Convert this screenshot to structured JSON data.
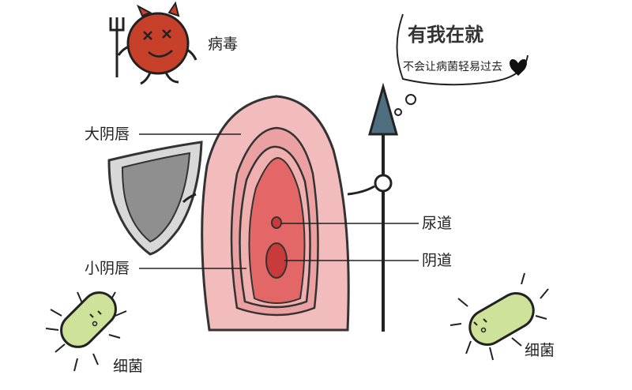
{
  "speech": {
    "title": "有我在就",
    "subtitle": "不会让病菌轻易过去"
  },
  "labels": {
    "virus": "病毒",
    "labia_majora": "大阴唇",
    "labia_minora": "小阴唇",
    "urethra": "尿道",
    "vagina": "阴道",
    "bacteria_left": "细菌",
    "bacteria_right": "细菌"
  },
  "colors": {
    "outer_pink": "#f3bcbc",
    "inner_pink": "#eba1a1",
    "core_red": "#e36767",
    "opening_red": "#c93b3b",
    "shield_gray": "#8f8f8f",
    "spear_blue": "#4f6f80",
    "virus_red": "#c6402a",
    "bacteria_green": "#cfe29a"
  }
}
